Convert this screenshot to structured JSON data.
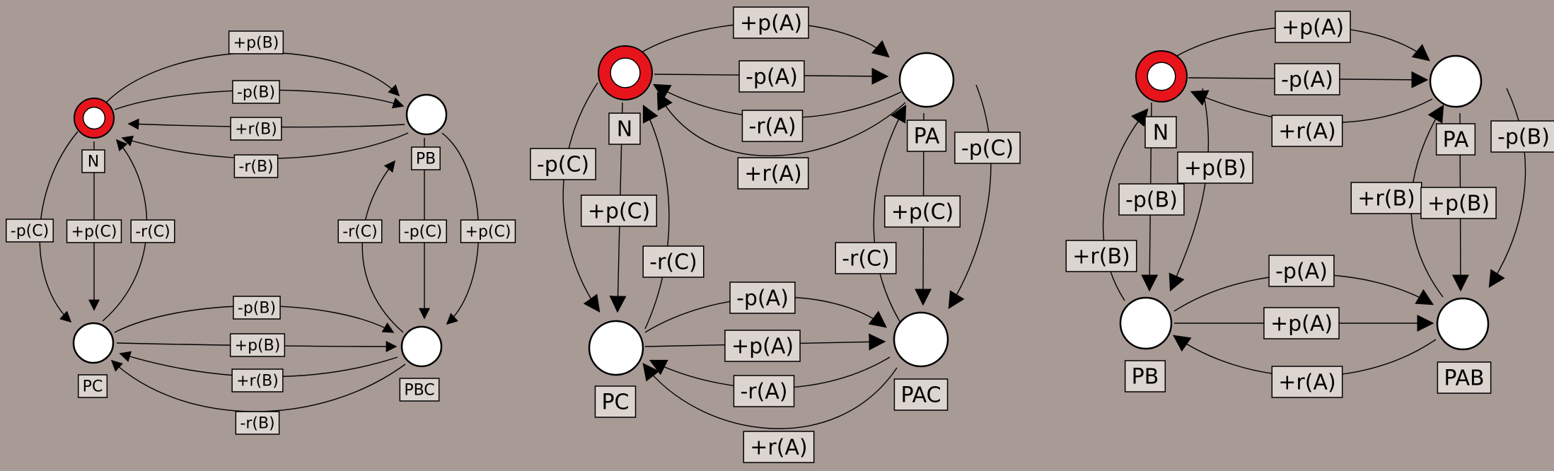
{
  "colors": {
    "background": "#a89a95",
    "label_fill": "#dcd4cf",
    "start_ring": "#e8141c",
    "node_fill": "#ffffff"
  },
  "diagrams": [
    {
      "states": [
        "N",
        "PB",
        "PC",
        "PBC"
      ],
      "start": "N",
      "transitions": [
        {
          "from": "N",
          "to": "PB",
          "label": "+p(B)"
        },
        {
          "from": "N",
          "to": "PB",
          "label": "-p(B)"
        },
        {
          "from": "PB",
          "to": "N",
          "label": "+r(B)"
        },
        {
          "from": "PB",
          "to": "N",
          "label": "-r(B)"
        },
        {
          "from": "N",
          "to": "PC",
          "label": "-p(C)"
        },
        {
          "from": "N",
          "to": "PC",
          "label": "+p(C)"
        },
        {
          "from": "PC",
          "to": "N",
          "label": "-r(C)"
        },
        {
          "from": "PBC",
          "to": "PB",
          "label": "-r(C)"
        },
        {
          "from": "PB",
          "to": "PBC",
          "label": "-p(C)"
        },
        {
          "from": "PB",
          "to": "PBC",
          "label": "+p(C)"
        },
        {
          "from": "PC",
          "to": "PBC",
          "label": "-p(B)"
        },
        {
          "from": "PC",
          "to": "PBC",
          "label": "+p(B)"
        },
        {
          "from": "PBC",
          "to": "PC",
          "label": "+r(B)"
        },
        {
          "from": "PBC",
          "to": "PC",
          "label": "-r(B)"
        }
      ]
    },
    {
      "states": [
        "N",
        "PA",
        "PC",
        "PAC"
      ],
      "start": "N",
      "transitions": [
        {
          "from": "N",
          "to": "PA",
          "label": "+p(A)"
        },
        {
          "from": "N",
          "to": "PA",
          "label": "-p(A)"
        },
        {
          "from": "PA",
          "to": "N",
          "label": "-r(A)"
        },
        {
          "from": "PA",
          "to": "N",
          "label": "+r(A)"
        },
        {
          "from": "PA",
          "to": "PAC",
          "label": "-p(C)"
        },
        {
          "from": "N",
          "to": "PC",
          "label": "-p(C)"
        },
        {
          "from": "N",
          "to": "PC",
          "label": "+p(C)"
        },
        {
          "from": "PC",
          "to": "N",
          "label": "-r(C)"
        },
        {
          "from": "PA",
          "to": "PAC",
          "label": "+p(C)"
        },
        {
          "from": "PAC",
          "to": "PA",
          "label": "-r(C)"
        },
        {
          "from": "PC",
          "to": "PAC",
          "label": "-p(A)"
        },
        {
          "from": "PC",
          "to": "PAC",
          "label": "+p(A)"
        },
        {
          "from": "PAC",
          "to": "PC",
          "label": "-r(A)"
        },
        {
          "from": "PAC",
          "to": "PC",
          "label": "+r(A)"
        }
      ]
    },
    {
      "states": [
        "N",
        "PA",
        "PB",
        "PAB"
      ],
      "start": "N",
      "transitions": [
        {
          "from": "N",
          "to": "PA",
          "label": "+p(A)"
        },
        {
          "from": "N",
          "to": "PA",
          "label": "-p(A)"
        },
        {
          "from": "PA",
          "to": "N",
          "label": "+r(A)"
        },
        {
          "from": "PA",
          "to": "PAB",
          "label": "-p(B)"
        },
        {
          "from": "N",
          "to": "PB",
          "label": "+p(B)"
        },
        {
          "from": "N",
          "to": "PB",
          "label": "-p(B)"
        },
        {
          "from": "PB",
          "to": "N",
          "label": "+r(B)"
        },
        {
          "from": "PAB",
          "to": "PA",
          "label": "+r(B)"
        },
        {
          "from": "PA",
          "to": "PAB",
          "label": "+p(B)"
        },
        {
          "from": "PB",
          "to": "PAB",
          "label": "-p(A)"
        },
        {
          "from": "PB",
          "to": "PAB",
          "label": "+p(A)"
        },
        {
          "from": "PAB",
          "to": "PB",
          "label": "+r(A)"
        }
      ]
    }
  ]
}
